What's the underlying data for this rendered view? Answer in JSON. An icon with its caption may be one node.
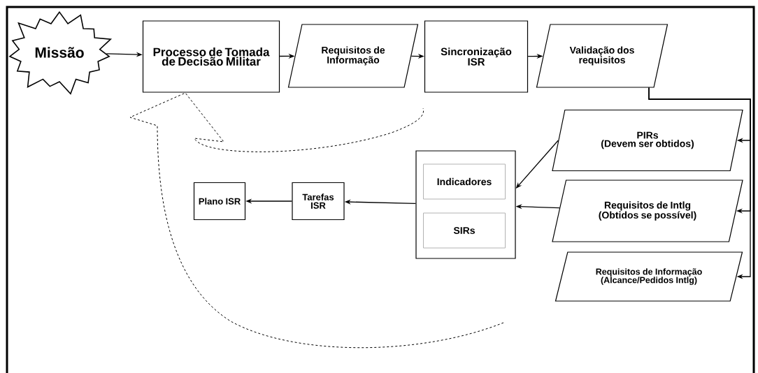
{
  "diagram": {
    "nodes": [
      {
        "text": [
          "Missão"
        ]
      },
      {
        "text": [
          "Processo de Tomada de Decisão Militar"
        ]
      },
      {
        "text": [
          "Requisitos de Informação"
        ]
      },
      {
        "text": [
          "Sincronização ISR"
        ]
      },
      {
        "text": [
          "Validação dos requisitos"
        ]
      },
      {
        "text": [
          "PIRs",
          "(Devem ser obtidos)"
        ]
      },
      {
        "text": [
          "Requisitos de Intlg",
          "(Obtidos se possível)"
        ]
      },
      {
        "text": [
          "Requisitos de Informação",
          "(Alcance/Pedidos Intlg)"
        ]
      },
      {
        "text": [],
        "shape": "box"
      },
      {
        "text": [
          "Indicadores"
        ],
        "in": 8
      },
      {
        "text": [
          "SIRs"
        ],
        "in": 8
      },
      {
        "text": [
          "Tarefas ISR"
        ]
      },
      {
        "text": [
          "Plano ISR"
        ]
      }
    ],
    "edges": [
      {
        "from": 0,
        "to": 1,
        "arrow": "to"
      },
      {
        "from": 1,
        "to": 2,
        "arrow": "to"
      },
      {
        "from": 2,
        "to": 3,
        "arrow": "to"
      },
      {
        "from": 3,
        "to": 4,
        "arrow": "to"
      },
      {
        "from": 4,
        "to": 5,
        "arrow": "to"
      },
      {
        "from": 4,
        "to": 6,
        "arrow": "to"
      },
      {
        "from": 4,
        "to": 7,
        "arrow": "to"
      },
      {
        "from": 5,
        "to": 8,
        "arrow": "to"
      },
      {
        "from": 6,
        "to": 8,
        "arrow": "to"
      },
      {
        "from": 8,
        "to": 11,
        "arrow": "to"
      },
      {
        "from": 11,
        "to": 12,
        "arrow": "to"
      }
    ]
  }
}
